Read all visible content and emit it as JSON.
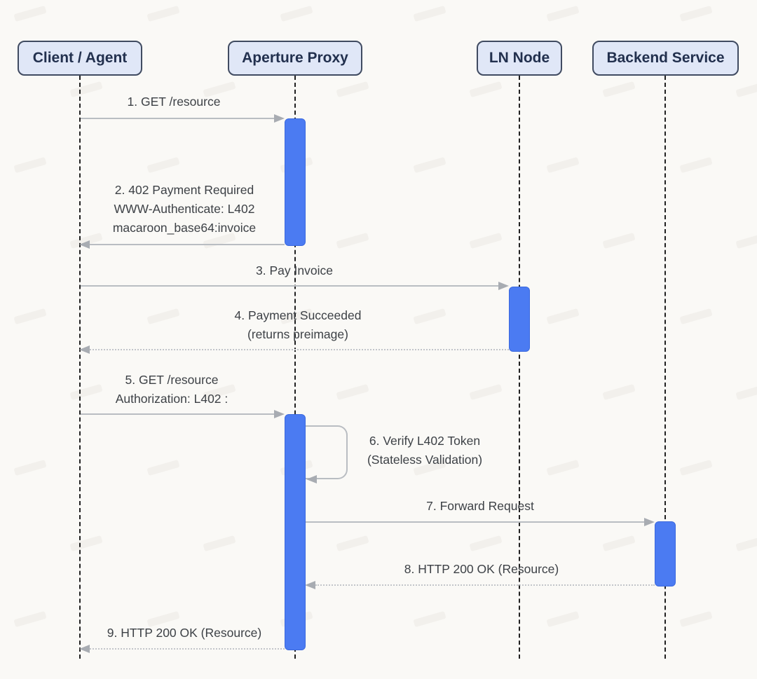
{
  "diagram_type": "sequence-diagram",
  "participants": [
    {
      "name": "Client / Agent"
    },
    {
      "name": "Aperture Proxy"
    },
    {
      "name": "LN Node"
    },
    {
      "name": "Backend Service"
    }
  ],
  "messages": [
    {
      "from": "Client / Agent",
      "to": "Aperture Proxy",
      "style": "solid",
      "lines": [
        "1. GET /resource"
      ]
    },
    {
      "from": "Aperture Proxy",
      "to": "Client / Agent",
      "style": "solid",
      "lines": [
        "2. 402 Payment Required",
        "WWW-Authenticate: L402",
        "macaroon_base64:invoice"
      ]
    },
    {
      "from": "Client / Agent",
      "to": "LN Node",
      "style": "solid",
      "lines": [
        "3. Pay Invoice"
      ]
    },
    {
      "from": "LN Node",
      "to": "Client / Agent",
      "style": "dotted",
      "lines": [
        "4. Payment Succeeded",
        "(returns preimage)"
      ]
    },
    {
      "from": "Client / Agent",
      "to": "Aperture Proxy",
      "style": "solid",
      "lines": [
        "5. GET /resource",
        "Authorization: L402 :"
      ]
    },
    {
      "from": "Aperture Proxy",
      "to": "Aperture Proxy",
      "style": "self-loop",
      "lines": [
        "6. Verify L402 Token",
        "(Stateless Validation)"
      ]
    },
    {
      "from": "Aperture Proxy",
      "to": "Backend Service",
      "style": "solid",
      "lines": [
        "7. Forward Request"
      ]
    },
    {
      "from": "Backend Service",
      "to": "Aperture Proxy",
      "style": "dotted",
      "lines": [
        "8. HTTP 200 OK (Resource)"
      ]
    },
    {
      "from": "Aperture Proxy",
      "to": "Client / Agent",
      "style": "dotted",
      "lines": [
        "9. HTTP 200 OK (Resource)"
      ]
    }
  ],
  "colors": {
    "bg": "#faf9f6",
    "box-fill": "#e0e7f7",
    "box-border": "#404b61",
    "box-text": "#22304e",
    "bar-fill": "#4b7bf2",
    "bar-border": "#3b69de",
    "line": "#b9bdc2",
    "line-dotted": "#c2c5ca",
    "arrowhead": "#a8acb2",
    "label": "#3d4146",
    "lifeline": "#212121"
  }
}
